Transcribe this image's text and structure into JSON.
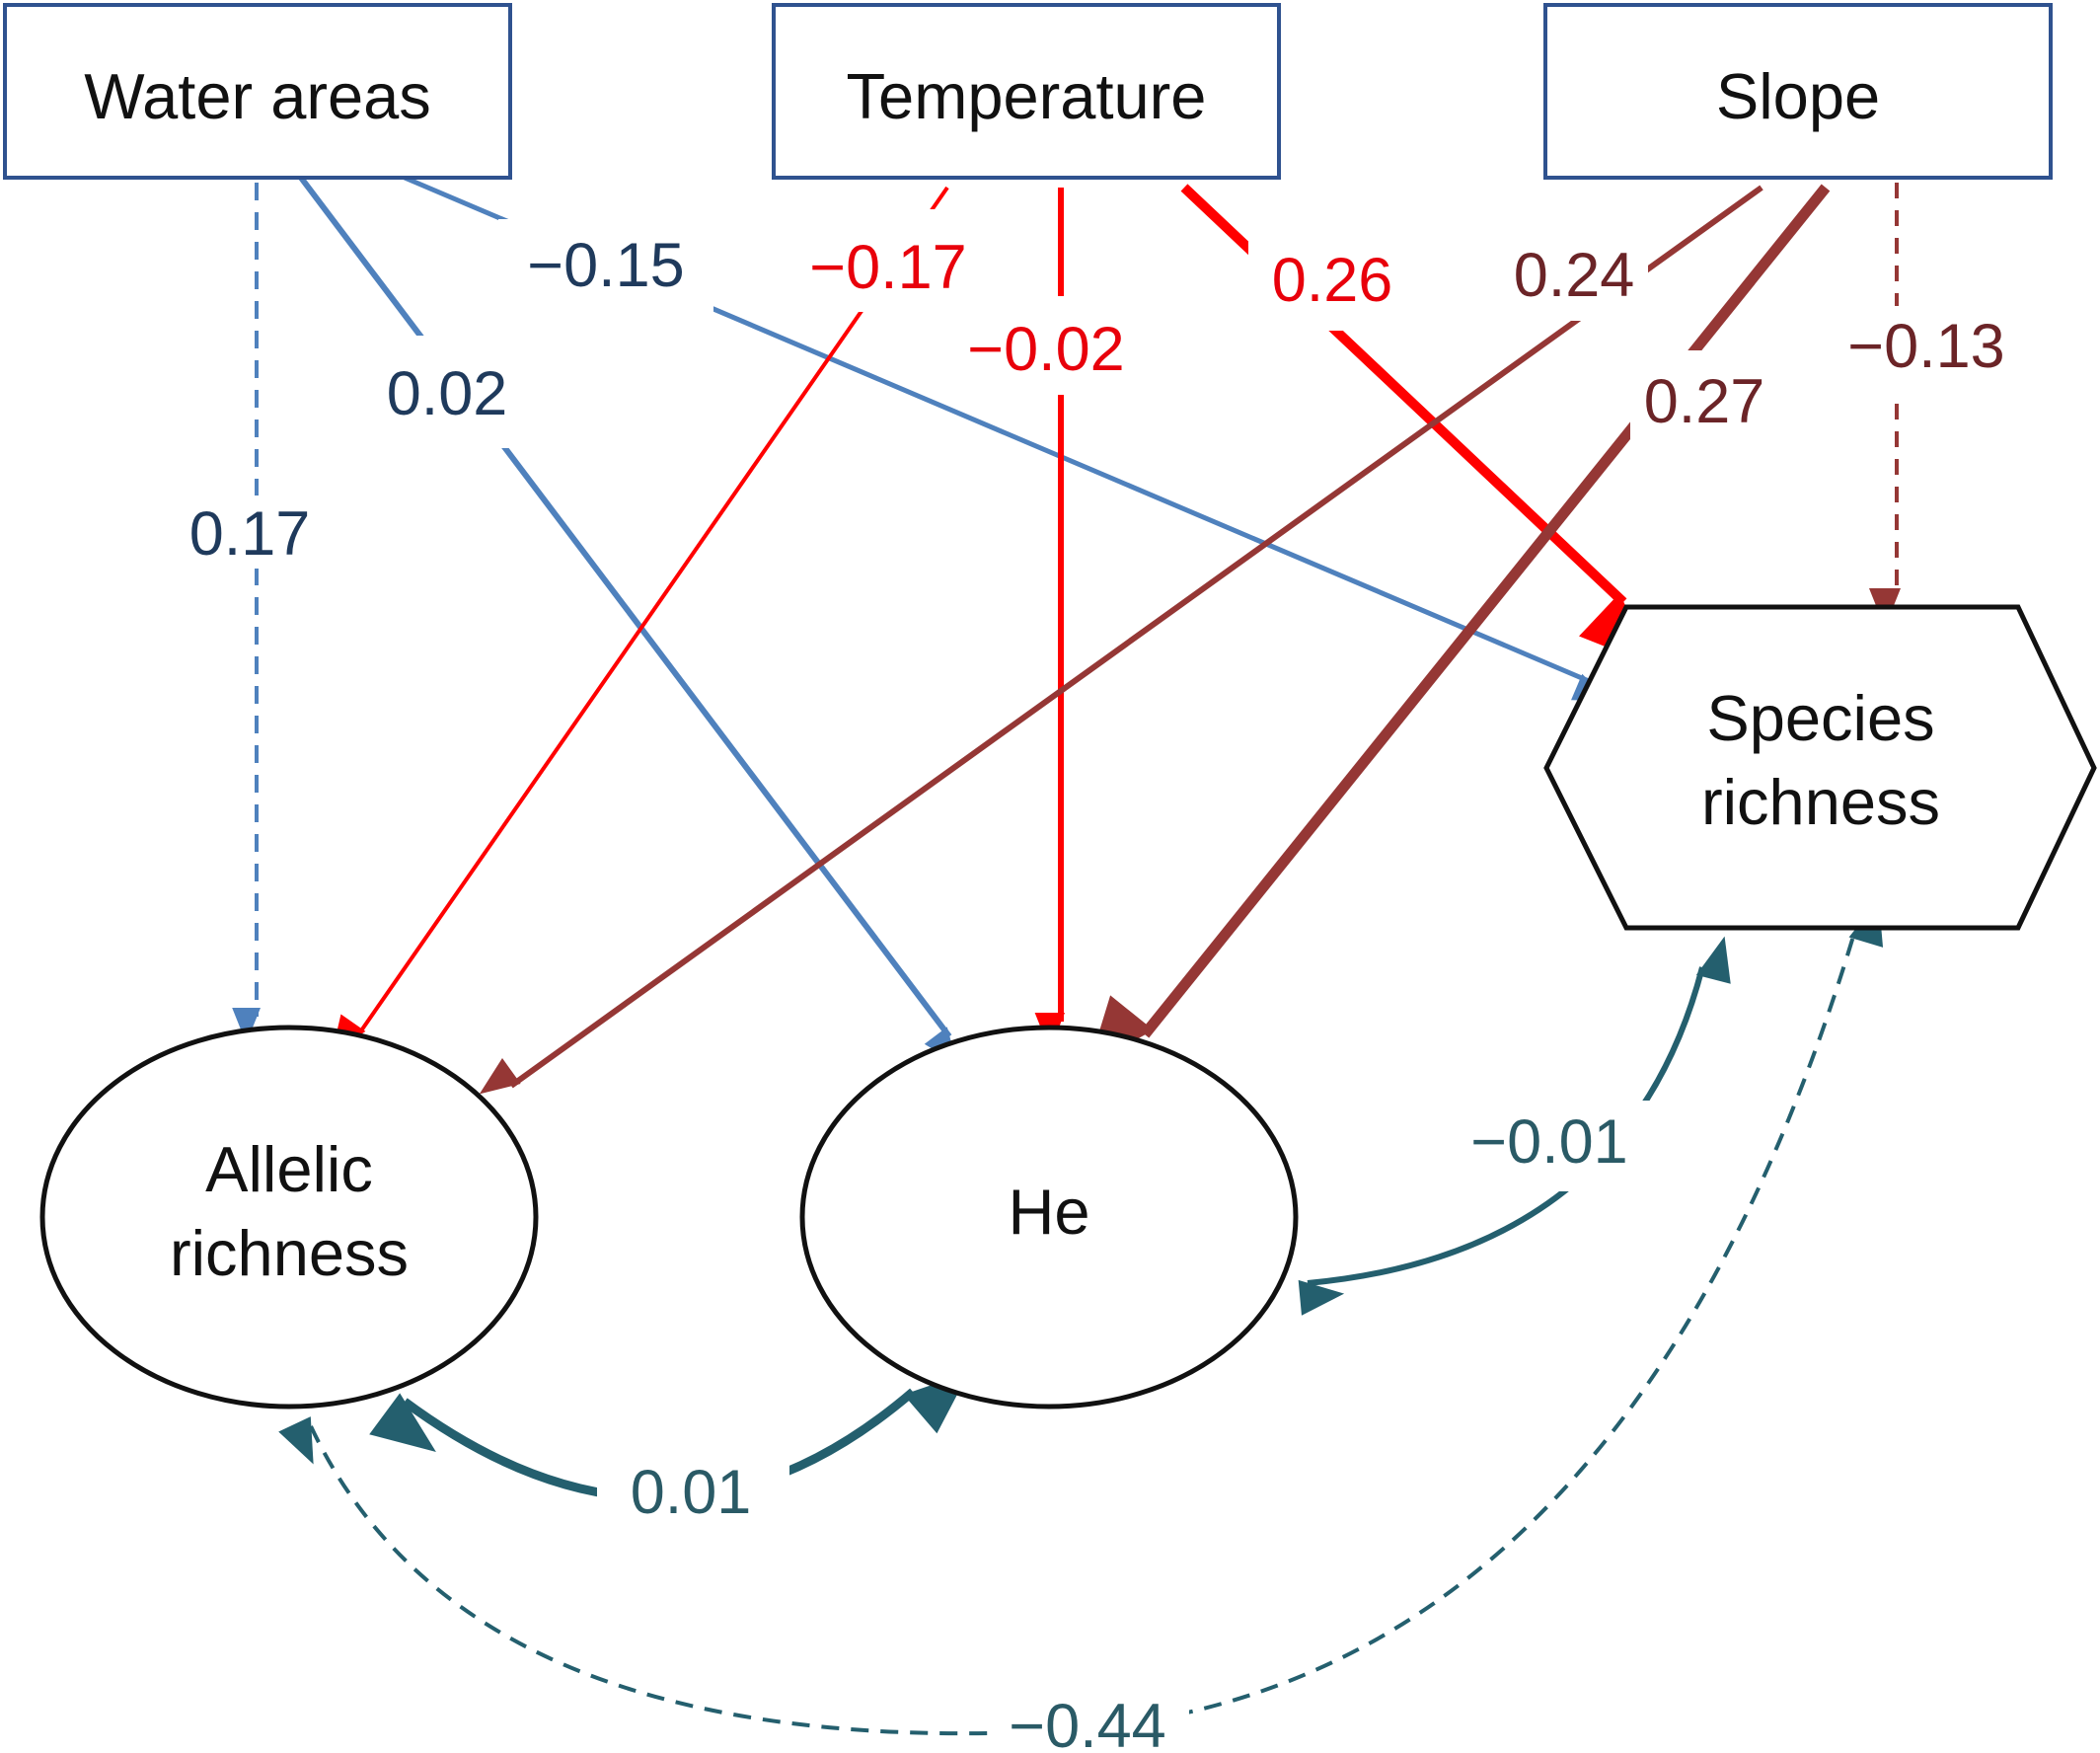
{
  "nodes": {
    "water_areas": "Water areas",
    "temperature": "Temperature",
    "slope": "Slope",
    "species_richness": [
      "Species",
      "richness"
    ],
    "allelic_richness": [
      "Allelic",
      "richness"
    ],
    "he": "He"
  },
  "paths": {
    "water_to_allelic": "0.17",
    "water_to_he": "0.02",
    "water_to_species": "−0.15",
    "temp_to_allelic": "−0.17",
    "temp_to_he": "−0.02",
    "temp_to_species": "0.26",
    "slope_to_allelic": "0.24",
    "slope_to_he": "0.27",
    "slope_to_species": "−0.13"
  },
  "covariances": {
    "allelic_he": "0.01",
    "he_species": "−0.01",
    "allelic_species": "−0.44"
  },
  "colors": {
    "water": "#4f81bd",
    "temperature": "#ff0000",
    "slope": "#953735",
    "covariance": "#245f6e",
    "box_border": "#2f528f"
  }
}
